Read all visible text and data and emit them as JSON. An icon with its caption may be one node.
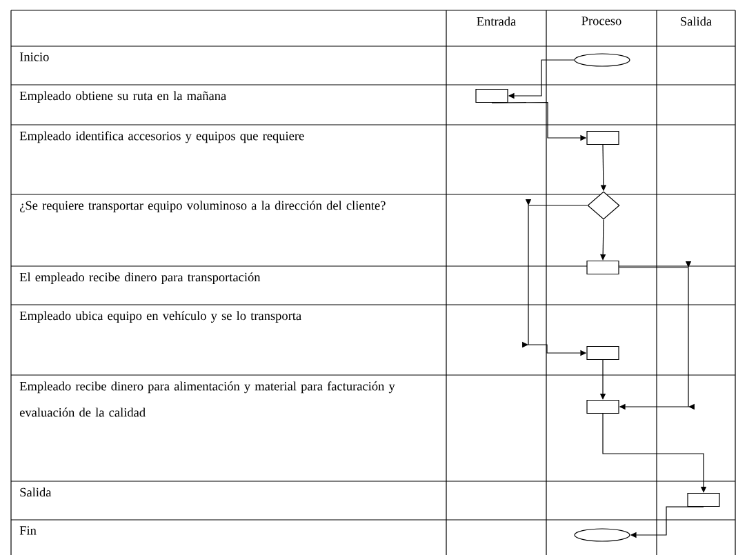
{
  "diagram": {
    "nodes": [
      {
        "text": [],
        "shape": "ellipse"
      },
      {
        "text": [],
        "shape": "box"
      },
      {
        "text": [],
        "shape": "box"
      },
      {
        "text": [],
        "shape": "diamond"
      },
      {
        "text": [],
        "shape": "box"
      },
      {
        "text": [],
        "shape": "box"
      },
      {
        "text": [],
        "shape": "box"
      },
      {
        "text": [],
        "shape": "box"
      },
      {
        "text": [],
        "shape": "ellipse"
      }
    ],
    "edges": [
      {
        "from": 0,
        "to": 1,
        "arrow": "to"
      },
      {
        "from": 1,
        "to": 2,
        "arrow": "to"
      },
      {
        "from": 2,
        "to": 3,
        "arrow": "to"
      },
      {
        "from": 3,
        "to": 5,
        "arrow": "to"
      },
      {
        "from": 3,
        "to": 4,
        "arrow": "to"
      },
      {
        "from": 4,
        "to": 6,
        "arrow": "to"
      },
      {
        "from": 5,
        "to": 6,
        "arrow": "to"
      },
      {
        "from": 6,
        "to": 7,
        "arrow": "to"
      },
      {
        "from": 7,
        "to": 8,
        "arrow": "to"
      }
    ],
    "labels": [
      "Entrada",
      "Proceso",
      "Salida",
      "Inicio",
      "Empleado obtiene su ruta en la mañana",
      "Empleado identifica accesorios y equipos que requiere",
      "¿Se requiere transportar equipo voluminoso a la dirección del cliente?",
      "El empleado recibe dinero para transportación",
      "Empleado ubica equipo en vehículo y se lo transporta",
      "Empleado recibe dinero para alimentación y material para facturación y evaluación de la calidad",
      "Salida",
      "Fin"
    ]
  }
}
